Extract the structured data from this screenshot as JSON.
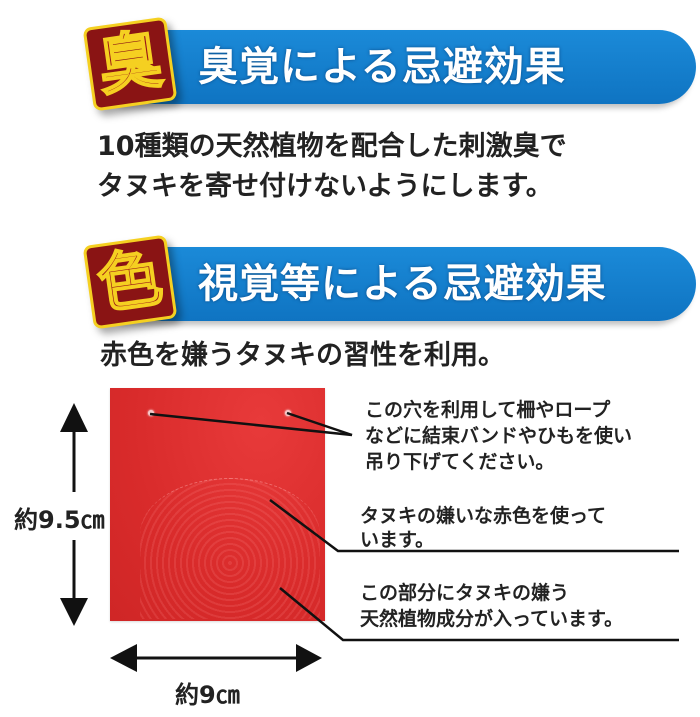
{
  "section1": {
    "badge_char": "臭",
    "title": "臭覚による忌避効果",
    "description_lines": [
      "10種類の天然植物を配合した刺激臭で",
      "タヌキを寄せ付けないようにします。"
    ]
  },
  "section2": {
    "badge_char": "色",
    "title": "視覚等による忌避効果",
    "description_lines": [
      "赤色を嫌うタヌキの習性を利用。"
    ]
  },
  "product": {
    "height_label": "約9.5㎝",
    "width_label": "約9㎝",
    "callouts": [
      {
        "lines": [
          "この穴を利用して柵やロープ",
          "などに結束バンドやひもを使い",
          "吊り下げてください。"
        ]
      },
      {
        "lines": [
          "タヌキの嫌いな赤色を使って",
          "います。"
        ]
      },
      {
        "lines": [
          "この部分にタヌキの嫌う",
          "天然植物成分が入っています。"
        ]
      }
    ]
  },
  "colors": {
    "banner_blue": "#1282d0",
    "badge_red": "#8a1414",
    "badge_yellow": "#f5d021",
    "bag_red": "#d92b2b",
    "text": "#222222"
  }
}
